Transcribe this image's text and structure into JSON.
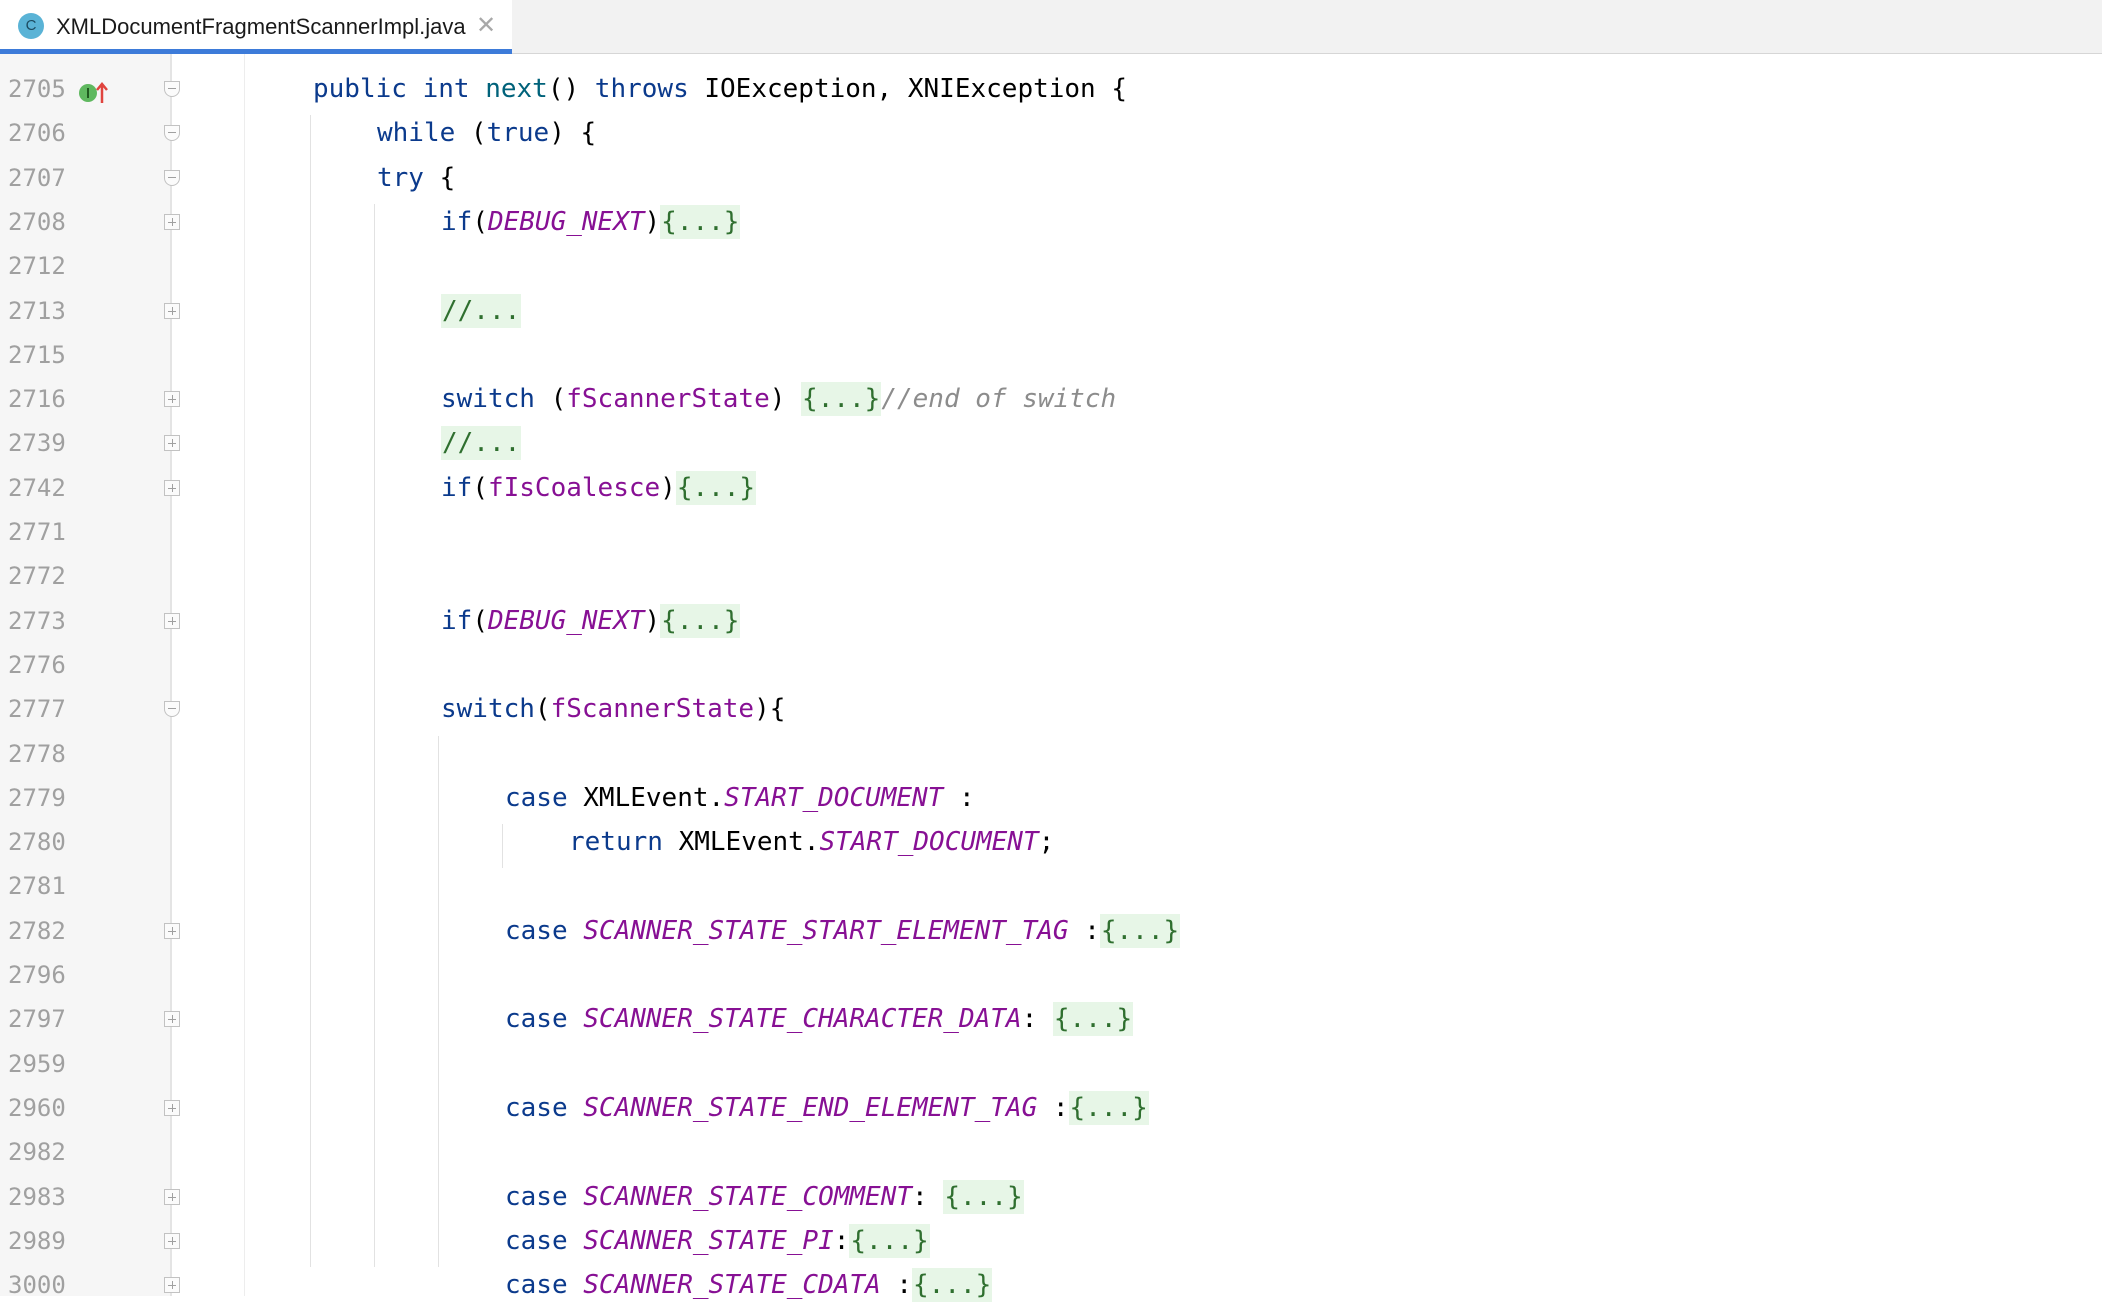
{
  "tab": {
    "icon_letter": "C",
    "title": "XMLDocumentFragmentScannerImpl.java",
    "close_glyph": "✕"
  },
  "colors": {
    "keyword": "#0b3a8c",
    "method": "#00627a",
    "field": "#871094",
    "comment": "#8c8c8c",
    "fold_bg": "#e7f6e7",
    "tab_underline": "#3d7bd9"
  },
  "lines": [
    {
      "n": "2705",
      "marker": "open",
      "impl": true,
      "tokens": [
        [
          "kw",
          "public"
        ],
        [
          "",
          "",
          " "
        ],
        [
          "kw",
          "int"
        ],
        [
          "",
          " "
        ],
        [
          "fn",
          "next"
        ],
        [
          "",
          "() "
        ],
        [
          "kw",
          "throws"
        ],
        [
          "",
          " IOException, XNIException {"
        ]
      ]
    },
    {
      "n": "2706",
      "marker": "open",
      "indent": 2,
      "tokens": [
        [
          "kw",
          "while"
        ],
        [
          "",
          " ("
        ],
        [
          "kw",
          "true"
        ],
        [
          "",
          ") {"
        ]
      ]
    },
    {
      "n": "2707",
      "marker": "open",
      "indent": 2,
      "tokens": [
        [
          "kw",
          "try"
        ],
        [
          "",
          " {"
        ]
      ]
    },
    {
      "n": "2708",
      "marker": "plus",
      "indent": 3,
      "tokens": [
        [
          "kw",
          "if"
        ],
        [
          "",
          "("
        ],
        [
          "fld it",
          "DEBUG_NEXT"
        ],
        [
          "",
          ")"
        ],
        [
          "fold",
          "{...}"
        ]
      ]
    },
    {
      "n": "2712",
      "tokens": []
    },
    {
      "n": "2713",
      "marker": "plus",
      "indent": 3,
      "tokens": [
        [
          "fold",
          "//..."
        ]
      ]
    },
    {
      "n": "2715",
      "tokens": []
    },
    {
      "n": "2716",
      "marker": "plus",
      "indent": 3,
      "tokens": [
        [
          "kw",
          "switch"
        ],
        [
          "",
          " ("
        ],
        [
          "fld",
          "fScannerState"
        ],
        [
          "",
          ") "
        ],
        [
          "fold",
          "{...}"
        ],
        [
          "cm",
          "//end of switch"
        ]
      ]
    },
    {
      "n": "2739",
      "marker": "plus",
      "indent": 3,
      "tokens": [
        [
          "fold",
          "//..."
        ]
      ]
    },
    {
      "n": "2742",
      "marker": "plus",
      "indent": 3,
      "tokens": [
        [
          "kw",
          "if"
        ],
        [
          "",
          "("
        ],
        [
          "fld",
          "fIsCoalesce"
        ],
        [
          "",
          ")"
        ],
        [
          "fold",
          "{...}"
        ]
      ]
    },
    {
      "n": "2771",
      "tokens": []
    },
    {
      "n": "2772",
      "tokens": []
    },
    {
      "n": "2773",
      "marker": "plus",
      "indent": 3,
      "tokens": [
        [
          "kw",
          "if"
        ],
        [
          "",
          "("
        ],
        [
          "fld it",
          "DEBUG_NEXT"
        ],
        [
          "",
          ")"
        ],
        [
          "fold",
          "{...}"
        ]
      ]
    },
    {
      "n": "2776",
      "tokens": []
    },
    {
      "n": "2777",
      "marker": "open",
      "indent": 3,
      "tokens": [
        [
          "kw",
          "switch"
        ],
        [
          "",
          "("
        ],
        [
          "fld",
          "fScannerState"
        ],
        [
          "",
          "){"
        ]
      ]
    },
    {
      "n": "2778",
      "tokens": []
    },
    {
      "n": "2779",
      "indent": 4,
      "tokens": [
        [
          "kw",
          "case"
        ],
        [
          "",
          " XMLEvent."
        ],
        [
          "fld it",
          "START_DOCUMENT"
        ],
        [
          "",
          " :"
        ]
      ]
    },
    {
      "n": "2780",
      "indent": 5,
      "tokens": [
        [
          "kw",
          "return"
        ],
        [
          "",
          " XMLEvent."
        ],
        [
          "fld it",
          "START_DOCUMENT"
        ],
        [
          "",
          ";"
        ]
      ]
    },
    {
      "n": "2781",
      "tokens": []
    },
    {
      "n": "2782",
      "marker": "plus",
      "indent": 4,
      "tokens": [
        [
          "kw",
          "case"
        ],
        [
          "",
          " "
        ],
        [
          "fld it",
          "SCANNER_STATE_START_ELEMENT_TAG"
        ],
        [
          "",
          " :"
        ],
        [
          "fold",
          "{...}"
        ]
      ]
    },
    {
      "n": "2796",
      "tokens": []
    },
    {
      "n": "2797",
      "marker": "plus",
      "indent": 4,
      "tokens": [
        [
          "kw",
          "case"
        ],
        [
          "",
          " "
        ],
        [
          "fld it",
          "SCANNER_STATE_CHARACTER_DATA"
        ],
        [
          "",
          ": "
        ],
        [
          "fold",
          "{...}"
        ]
      ]
    },
    {
      "n": "2959",
      "tokens": []
    },
    {
      "n": "2960",
      "marker": "plus",
      "indent": 4,
      "tokens": [
        [
          "kw",
          "case"
        ],
        [
          "",
          " "
        ],
        [
          "fld it",
          "SCANNER_STATE_END_ELEMENT_TAG"
        ],
        [
          "",
          " :"
        ],
        [
          "fold",
          "{...}"
        ]
      ]
    },
    {
      "n": "2982",
      "tokens": []
    },
    {
      "n": "2983",
      "marker": "plus",
      "indent": 4,
      "tokens": [
        [
          "kw",
          "case"
        ],
        [
          "",
          " "
        ],
        [
          "fld it",
          "SCANNER_STATE_COMMENT"
        ],
        [
          "",
          ": "
        ],
        [
          "fold",
          "{...}"
        ]
      ]
    },
    {
      "n": "2989",
      "marker": "plus",
      "indent": 4,
      "tokens": [
        [
          "kw",
          "case"
        ],
        [
          "",
          " "
        ],
        [
          "fld it",
          "SCANNER_STATE_PI"
        ],
        [
          "",
          ":"
        ],
        [
          "fold",
          "{...}"
        ]
      ]
    },
    {
      "n": "3000",
      "marker": "plus",
      "indent": 4,
      "tokens": [
        [
          "kw",
          "case"
        ],
        [
          "",
          " "
        ],
        [
          "fld it",
          "SCANNER_STATE_CDATA"
        ],
        [
          "",
          " :"
        ],
        [
          "fold",
          "{...}"
        ]
      ]
    }
  ]
}
